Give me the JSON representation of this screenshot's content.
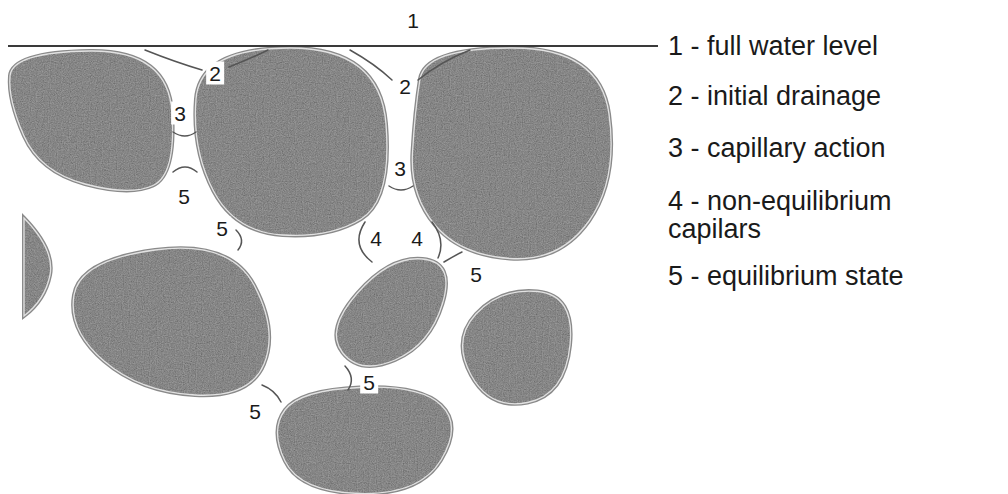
{
  "diagram": {
    "labels": [
      "1",
      "2",
      "2",
      "3",
      "3",
      "5",
      "5",
      "4",
      "4",
      "5",
      "5",
      "5",
      "1 - full water level",
      "2 - initial drainage",
      "3 - capillary action",
      "4 - non-equilibrium capilars",
      "5 - equilibrium state"
    ]
  }
}
